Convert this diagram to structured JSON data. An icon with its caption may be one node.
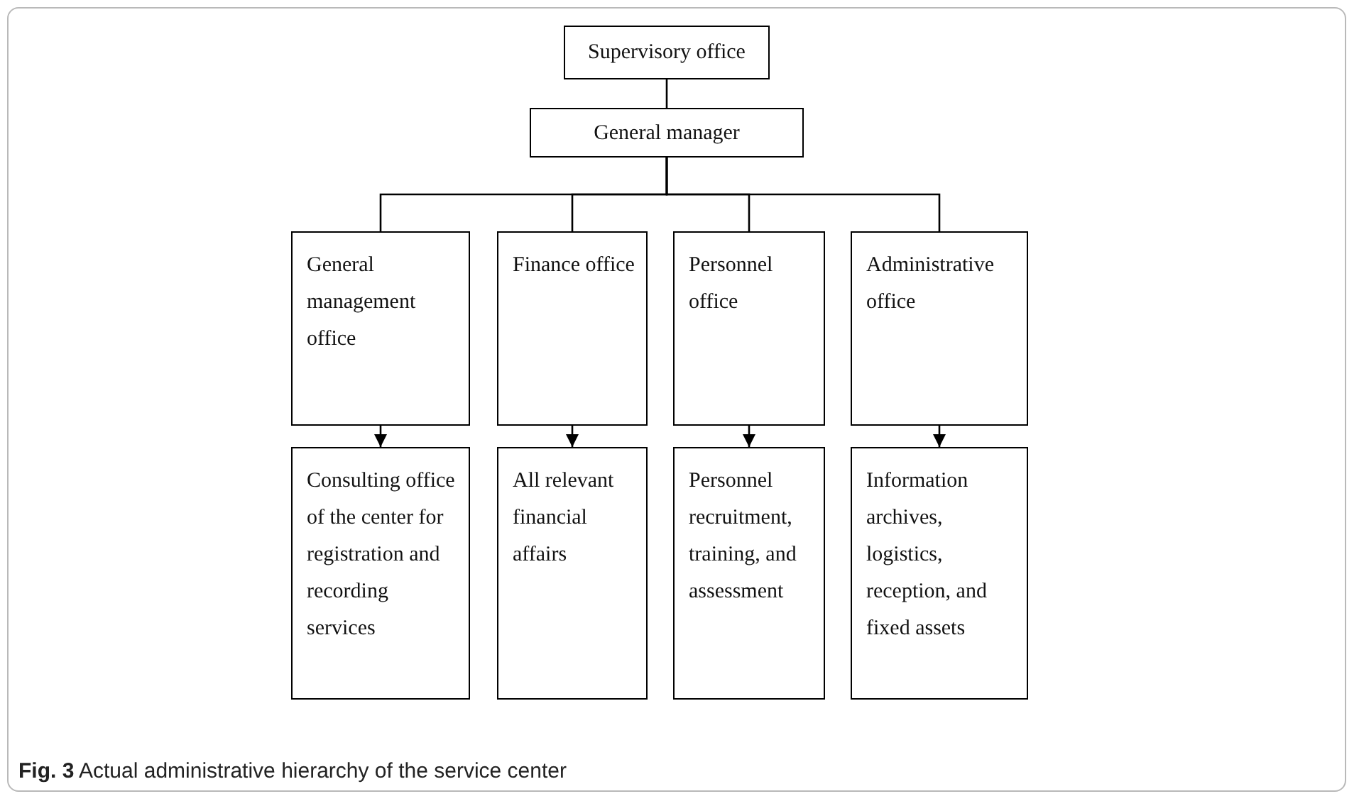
{
  "diagram": {
    "caption": "**Fig. 3** Actual administrative hierarchy of the service center",
    "nodes": [
      {
        "text": [
          "Supervisory office"
        ]
      },
      {
        "text": [
          "General manager"
        ]
      },
      {
        "text": [
          "General management office"
        ]
      },
      {
        "text": [
          "Finance office"
        ]
      },
      {
        "text": [
          "Personnel office"
        ]
      },
      {
        "text": [
          "Administrative office"
        ]
      },
      {
        "text": [
          "Consulting office of the center for registration and recording services"
        ]
      },
      {
        "text": [
          "All relevant financial affairs"
        ]
      },
      {
        "text": [
          "Personnel recruitment, training, and assessment"
        ]
      },
      {
        "text": [
          "Information archives, logistics, reception, and fixed assets"
        ]
      }
    ],
    "edges": [
      {
        "from": 0,
        "to": 1,
        "arrow": "none"
      },
      {
        "from": 1,
        "to": 2,
        "arrow": "none"
      },
      {
        "from": 1,
        "to": 3,
        "arrow": "none"
      },
      {
        "from": 1,
        "to": 4,
        "arrow": "none"
      },
      {
        "from": 1,
        "to": 5,
        "arrow": "none"
      },
      {
        "from": 2,
        "to": 6,
        "arrow": "to"
      },
      {
        "from": 3,
        "to": 7,
        "arrow": "to"
      },
      {
        "from": 4,
        "to": 8,
        "arrow": "to"
      },
      {
        "from": 5,
        "to": 9,
        "arrow": "to"
      }
    ]
  }
}
